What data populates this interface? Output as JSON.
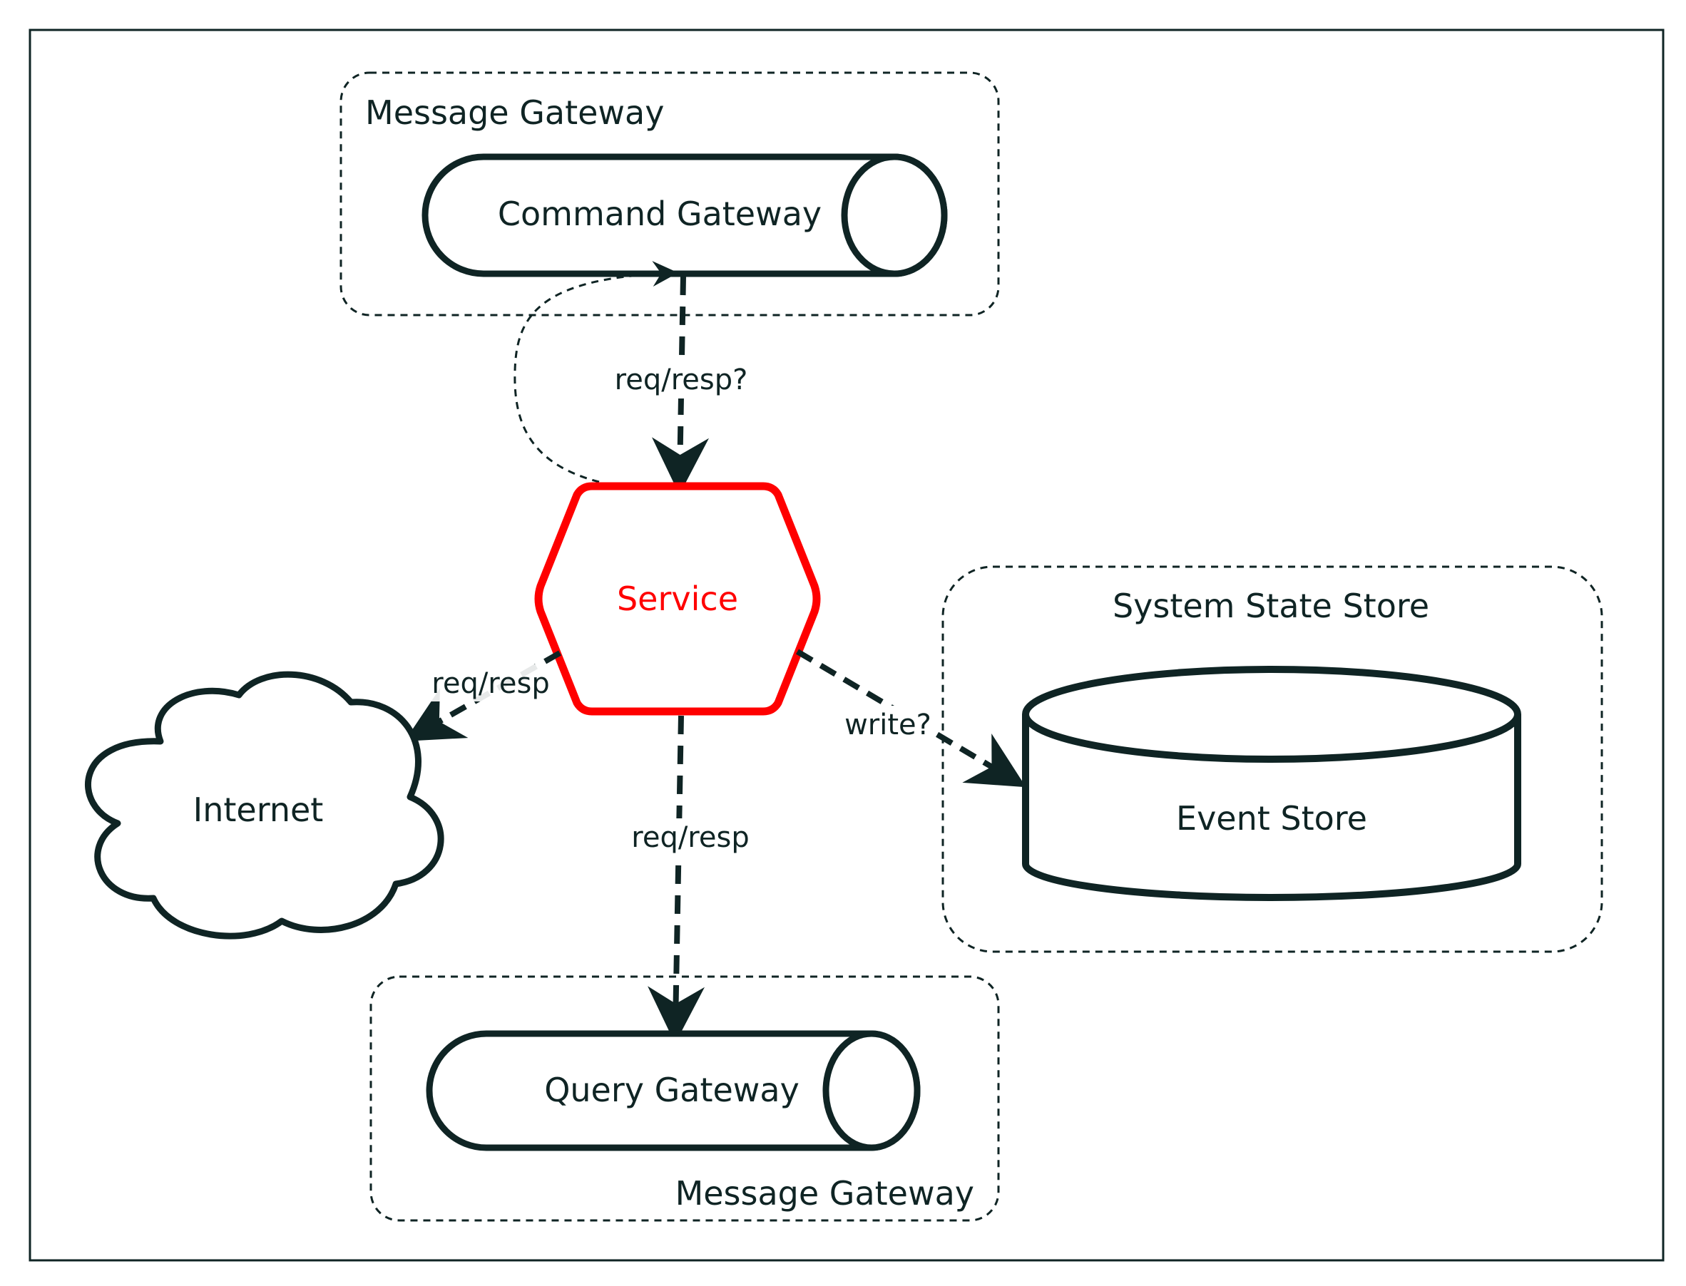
{
  "groups": {
    "top_gateway": "Message Gateway",
    "bottom_gateway": "Message Gateway",
    "state_store": "System State Store"
  },
  "nodes": {
    "command_gateway": "Command Gateway",
    "query_gateway": "Query Gateway",
    "service": "Service",
    "internet": "Internet",
    "event_store": "Event Store"
  },
  "edges": {
    "command_req_resp": "req/resp?",
    "internet_req_resp": "req/resp",
    "query_req_resp": "req/resp",
    "event_write": "write?"
  },
  "colors": {
    "stroke": "#0f2424",
    "service": "#ff0000",
    "background": "#ffffff"
  }
}
